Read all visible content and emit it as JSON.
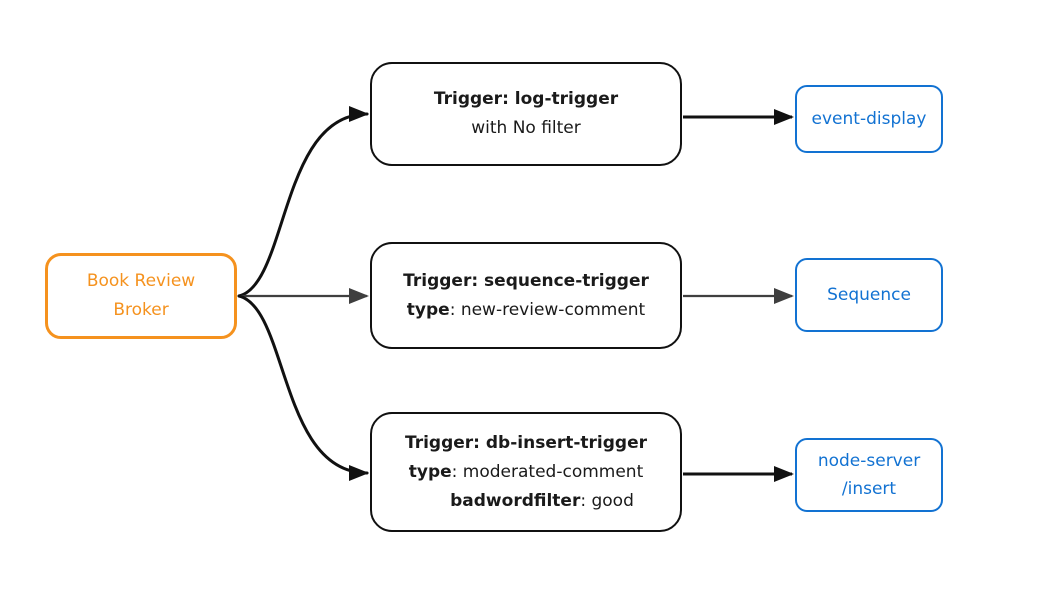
{
  "colors": {
    "broker_orange": "#F5921E",
    "sink_blue": "#1272D2",
    "edge_black": "#111111",
    "edge_gray": "#3F3F3F"
  },
  "broker": {
    "line1": "Book Review",
    "line2": "Broker"
  },
  "log_trigger": {
    "title": "Trigger: log-trigger",
    "subtitle": "with No filter"
  },
  "sequence_trigger": {
    "title": "Trigger: sequence-trigger",
    "type_key": "type",
    "type_value": ": new-review-comment"
  },
  "db_trigger": {
    "title": "Trigger: db-insert-trigger",
    "type_key": "type",
    "type_value": ": moderated-comment",
    "filter_key": "badwordfilter",
    "filter_value": ": good"
  },
  "sinks": {
    "event_display": "event-display",
    "sequence": "Sequence",
    "node_server_line1": "node-server",
    "node_server_line2": "/insert"
  }
}
